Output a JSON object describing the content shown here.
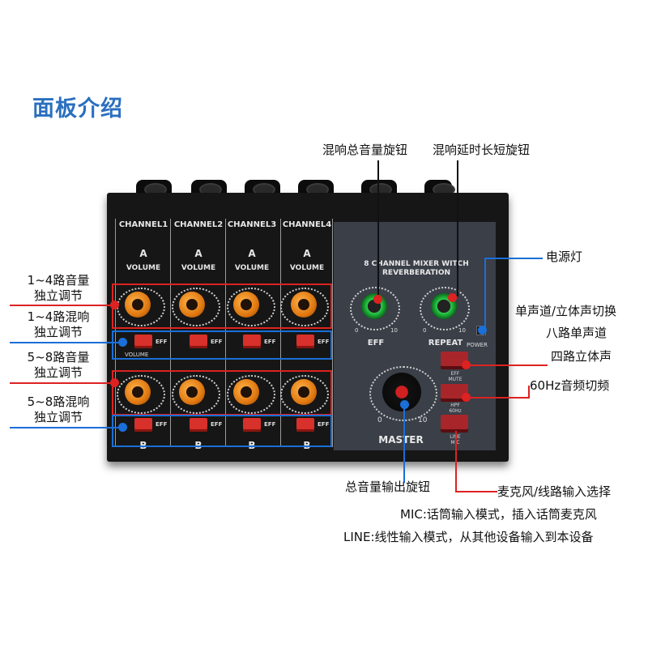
{
  "title": "面板介绍",
  "channels": [
    {
      "head": "CHANNEL1",
      "a": "A",
      "vol": "VOLUME",
      "b": "B"
    },
    {
      "head": "CHANNEL2",
      "a": "A",
      "vol": "VOLUME",
      "b": "B"
    },
    {
      "head": "CHANNEL3",
      "a": "A",
      "vol": "VOLUME",
      "b": "B"
    },
    {
      "head": "CHANNEL4",
      "a": "A",
      "vol": "VOLUME",
      "b": "B"
    }
  ],
  "panel": {
    "line1": "8 CHANNEL MIXER WITCH",
    "line2": "REVERBERATION",
    "eff": "EFF",
    "repeat": "REPEAT",
    "power": "POWER",
    "master": "MASTER",
    "zero": "0",
    "ten": "10",
    "btn_eff_mute": "EFF MUTE",
    "btn_hpf": "HPF 60Hz",
    "btn_line_mic": "LINE MIC",
    "volume_small": "VOLUME",
    "eff_small": "EFF"
  },
  "labels": {
    "reverb_total": "混响总音量旋钮",
    "reverb_delay": "混响延时长短旋钮",
    "power_light": "电源灯",
    "mono_stereo": "单声道/立体声切换",
    "eight_mono": "八路单声道",
    "four_stereo": "四路立体声",
    "hpf": "60Hz音频切频",
    "vol14_a": "1~4路音量",
    "vol14_b": "独立调节",
    "rev14_a": "1~4路混响",
    "rev14_b": "独立调节",
    "vol58_a": "5~8路音量",
    "vol58_b": "独立调节",
    "rev58_a": "5~8路混响",
    "rev58_b": "独立调节",
    "master_out": "总音量输出旋钮",
    "mic_line": "麦克风/线路输入选择",
    "mic_mode": "MIC:话筒输入模式，插入话筒麦克风",
    "line_mode": "LINE:线性输入模式，从其他设备输入到本设备"
  },
  "colors": {
    "accent_red": "#d22222",
    "accent_blue": "#1a6fd8",
    "title_blue": "#2a6fc0"
  }
}
